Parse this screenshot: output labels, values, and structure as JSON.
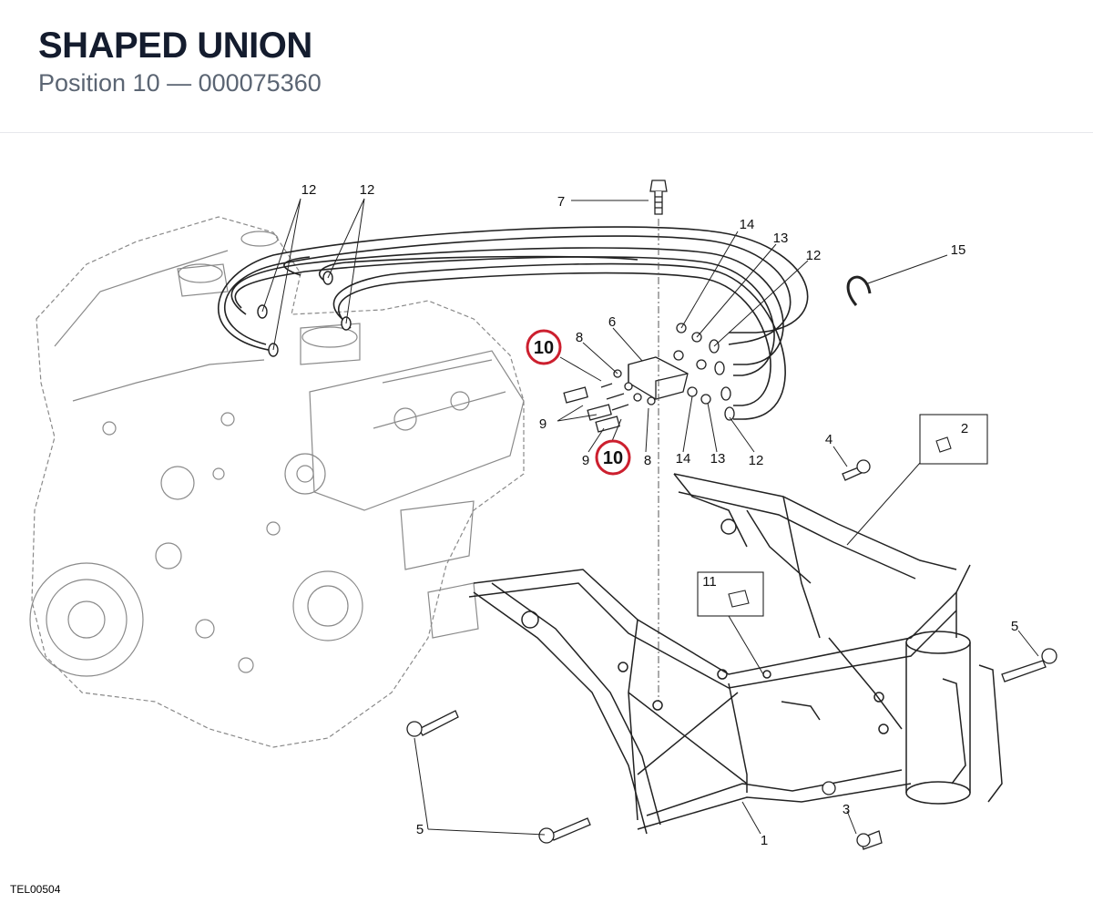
{
  "header": {
    "title": "SHAPED UNION",
    "subtitle": "Position 10 — 000075360"
  },
  "figure_code": "TEL00504",
  "highlight_color": "#cc1f2e",
  "callouts": {
    "n1": "1",
    "n2": "2",
    "n3": "3",
    "n4": "4",
    "n5a": "5",
    "n5b": "5",
    "n6": "6",
    "n7": "7",
    "n8a": "8",
    "n8b": "8",
    "n9a": "9",
    "n9b": "9",
    "n10a": "10",
    "n10b": "10",
    "n11": "11",
    "n12a": "12",
    "n12b": "12",
    "n12c": "12",
    "n12d": "12",
    "n13a": "13",
    "n13b": "13",
    "n14a": "14",
    "n14b": "14",
    "n15": "15"
  }
}
